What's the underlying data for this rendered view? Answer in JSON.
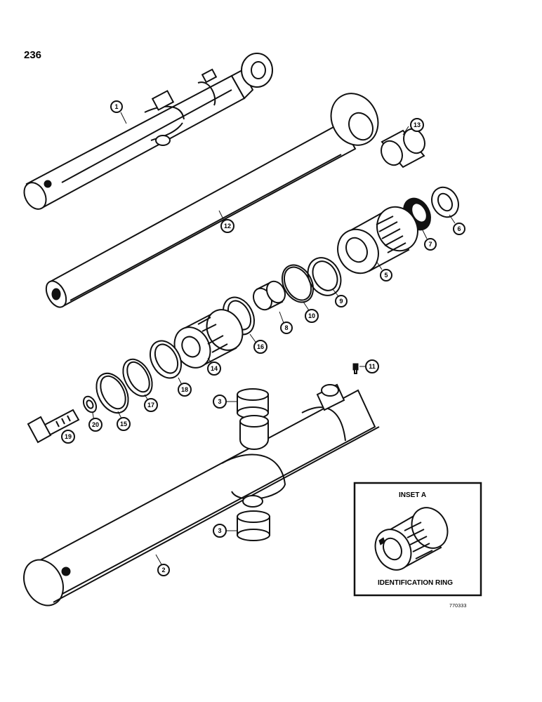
{
  "page_number": "236",
  "reference_code": "770333",
  "inset": {
    "title": "INSET A",
    "caption": "IDENTIFICATION RING"
  },
  "callouts": [
    "1",
    "12",
    "13",
    "6",
    "7",
    "5",
    "9",
    "10",
    "8",
    "16",
    "14",
    "18",
    "17",
    "15",
    "20",
    "19",
    "11",
    "3",
    "3",
    "2"
  ]
}
